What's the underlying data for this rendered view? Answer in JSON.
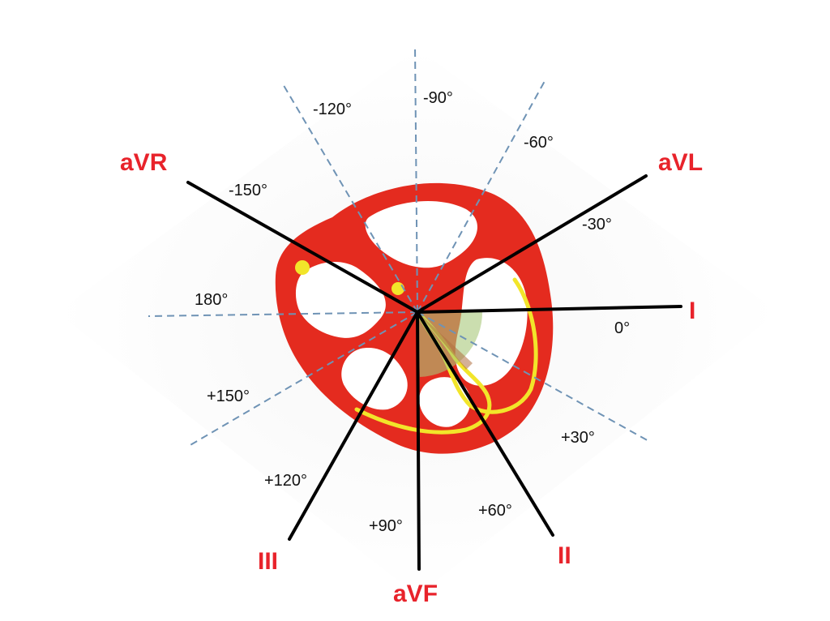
{
  "diagram": {
    "colors": {
      "heart": "#e42b1f",
      "cavity": "#ffffff",
      "conduction": "#f2e52a",
      "lead_line": "#000000",
      "reference_line": "#6f93b5",
      "lead_text": "#e8232b",
      "highlight": "#a8c87a"
    },
    "angles": {
      "neg120": "-120°",
      "neg90": "-90°",
      "neg60": "-60°",
      "neg150": "-150°",
      "neg30": "-30°",
      "deg180": "180°",
      "deg0": "0°",
      "pos150": "+150°",
      "pos30": "+30°",
      "pos120": "+120°",
      "pos90": "+90°",
      "pos60": "+60°"
    },
    "leads": {
      "avr": "aVR",
      "avl": "aVL",
      "i": "I",
      "iii": "III",
      "avf": "aVF",
      "ii": "II"
    }
  }
}
